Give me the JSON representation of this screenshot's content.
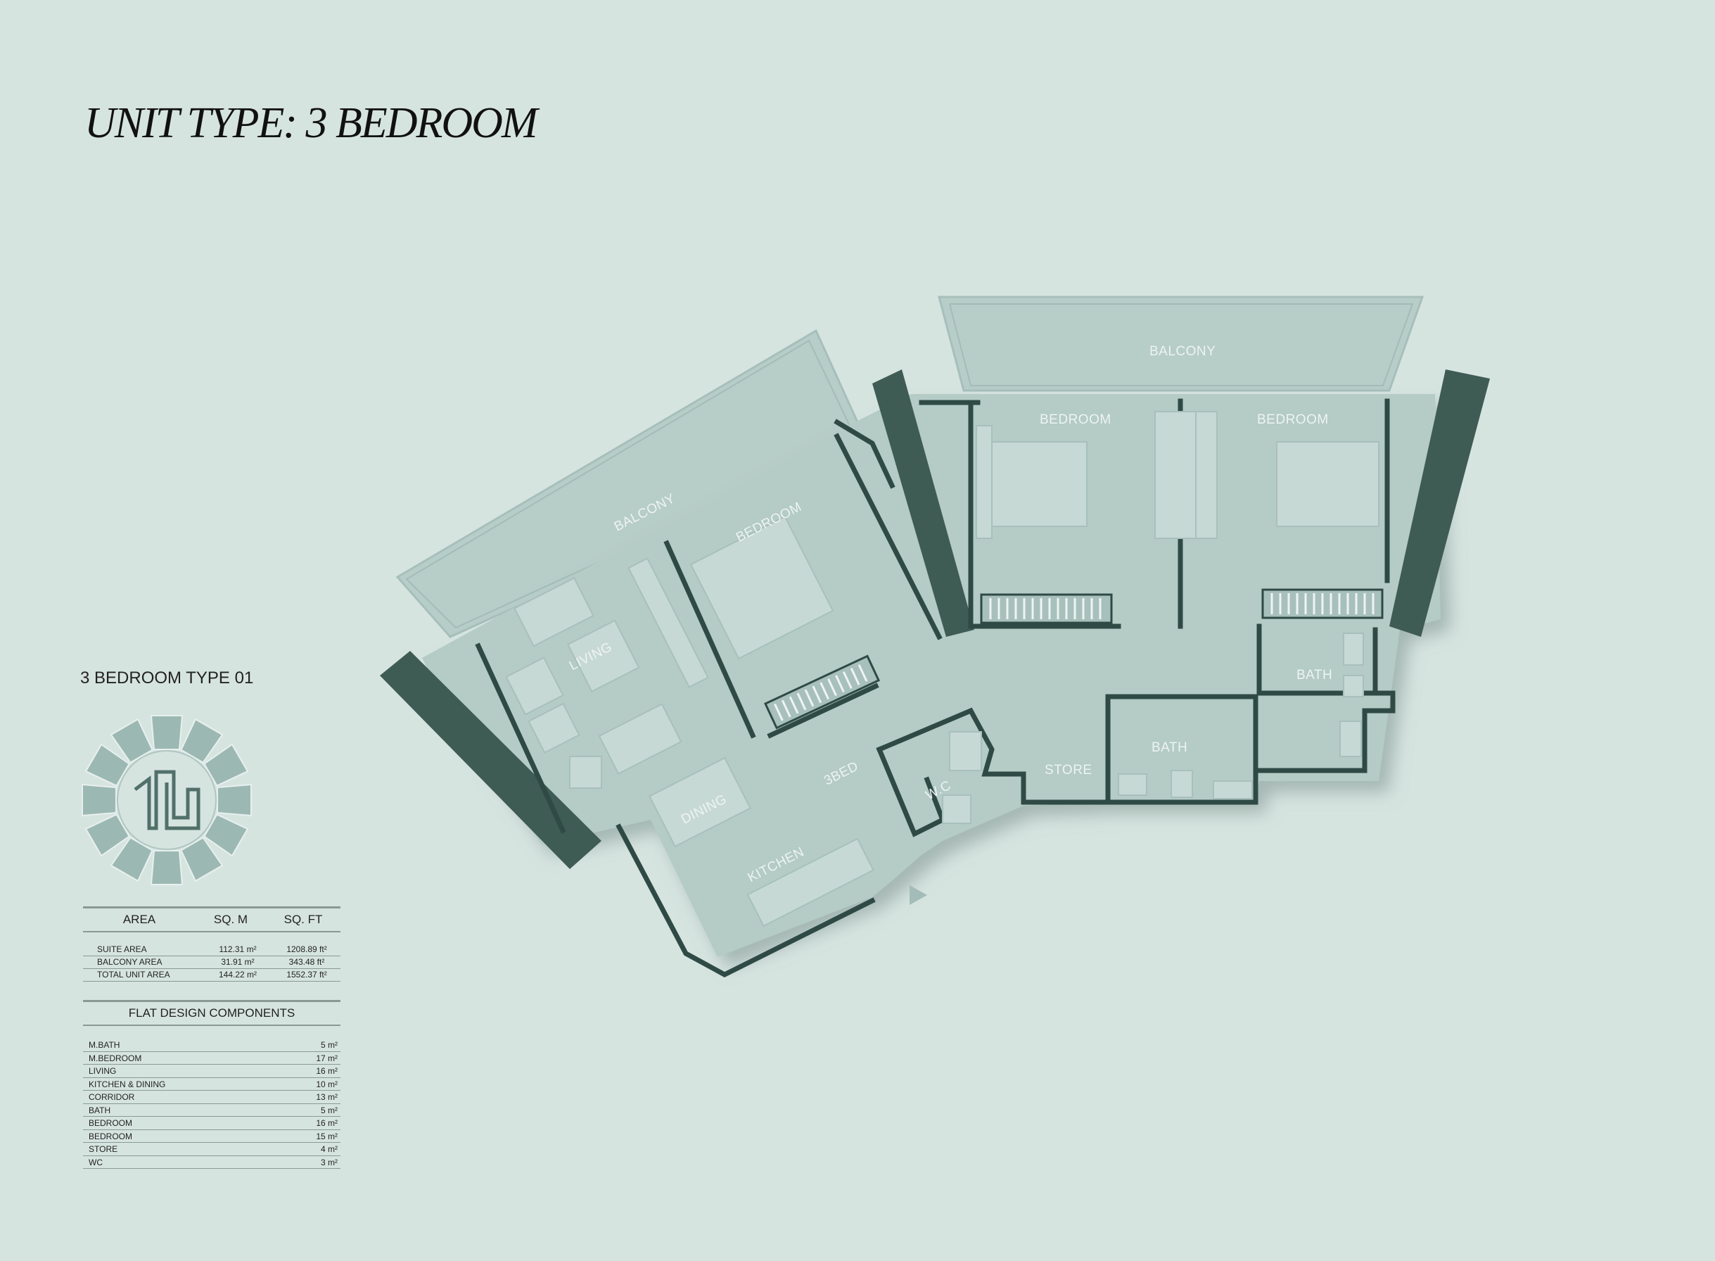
{
  "title": "UNIT TYPE: 3 BEDROOM",
  "subtitle": "3 BEDROOM TYPE 01",
  "area_table": {
    "headers": [
      "AREA",
      "SQ. M",
      "SQ. FT"
    ],
    "rows": [
      {
        "label": "SUITE AREA",
        "sqm": "112.31 m²",
        "sqft": "1208.89 ft²"
      },
      {
        "label": "BALCONY AREA",
        "sqm": "31.91 m²",
        "sqft": "343.48 ft²"
      },
      {
        "label": "TOTAL UNIT AREA",
        "sqm": "144.22 m²",
        "sqft": "1552.37 ft²"
      }
    ]
  },
  "components": {
    "title": "FLAT DESIGN COMPONENTS",
    "rows": [
      {
        "label": "M.BATH",
        "value": "5 m²"
      },
      {
        "label": "M.BEDROOM",
        "value": "17 m²"
      },
      {
        "label": "LIVING",
        "value": "16 m²"
      },
      {
        "label": "KITCHEN  & DINING",
        "value": "10 m²"
      },
      {
        "label": "CORRIDOR",
        "value": "13 m²"
      },
      {
        "label": "BATH",
        "value": "5 m²"
      },
      {
        "label": "BEDROOM",
        "value": "16 m²"
      },
      {
        "label": "BEDROOM",
        "value": "15 m²"
      },
      {
        "label": "STORE",
        "value": "4 m²"
      },
      {
        "label": "WC",
        "value": "3 m²"
      }
    ]
  },
  "floor_plan": {
    "rooms": {
      "balcony_top": "BALCONY",
      "balcony_left": "BALCONY",
      "bedroom_left": "BEDROOM",
      "bedroom_mid": "BEDROOM",
      "bedroom_right": "BEDROOM",
      "living": "LIVING",
      "dining": "DINING",
      "kitchen": "KITCHEN",
      "wc": "W.C",
      "store": "STORE",
      "bath_mid": "BATH",
      "bath_right": "BATH",
      "unit_tag": "3BED"
    }
  },
  "colors": {
    "background": "#d6e4e0",
    "floor": "#b4cbc6",
    "wall": "#2f4a44",
    "fin": "#3e5b54",
    "furniture": "#c7d9d5"
  },
  "keyplan": {
    "marker": "1"
  }
}
